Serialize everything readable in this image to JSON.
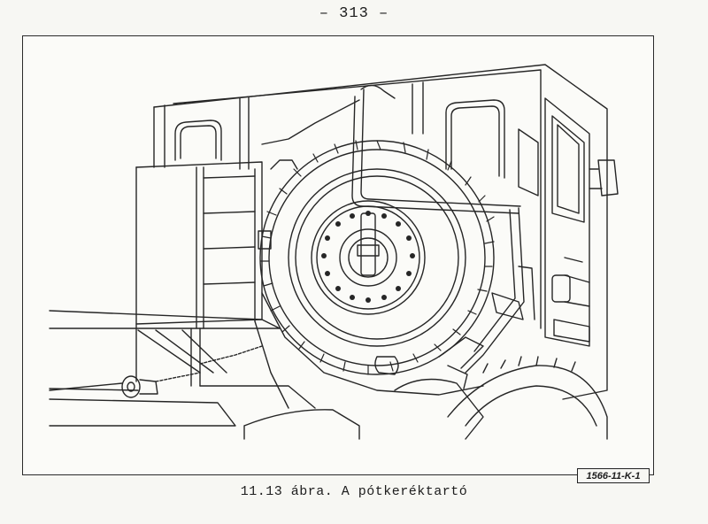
{
  "page": {
    "number": "– 313 –"
  },
  "figure": {
    "code": "1566-11-K-1",
    "caption": "11.13 ábra. A pótkeréktartó",
    "illustration_icon": "truck-spare-wheel-carrier-drawing"
  }
}
